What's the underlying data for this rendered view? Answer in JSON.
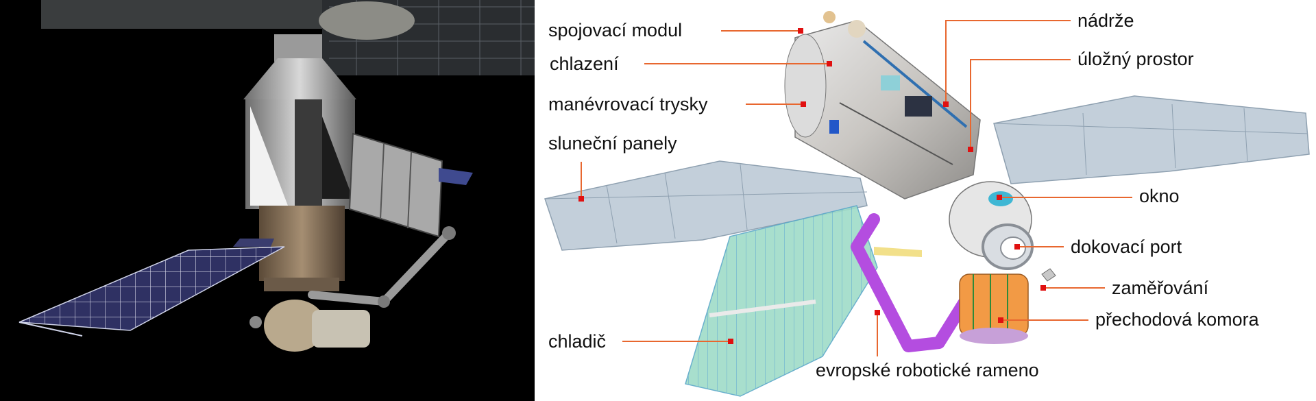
{
  "callouts": [
    {
      "id": "spojovaci-modul",
      "text": "spojovací modul"
    },
    {
      "id": "chlazeni",
      "text": "chlazení"
    },
    {
      "id": "manevrovaci-trysky",
      "text": "manévrovací trysky"
    },
    {
      "id": "slunecni-panely",
      "text": "sluneční panely"
    },
    {
      "id": "chladic",
      "text": "chladič"
    },
    {
      "id": "nadrze",
      "text": "nádrže"
    },
    {
      "id": "ulozny-prostor",
      "text": "úložný prostor"
    },
    {
      "id": "okno",
      "text": "okno"
    },
    {
      "id": "dokovaci-port",
      "text": "dokovací port"
    },
    {
      "id": "zamerovani",
      "text": "zaměřování"
    },
    {
      "id": "prechodova-komora",
      "text": "přechodová komora"
    },
    {
      "id": "evropske-roboticke-rameno",
      "text": "evropské robotické rameno"
    }
  ],
  "colors": {
    "leader_line": "#e8672f",
    "marker": "#e01010",
    "left_background": "#000000",
    "right_background": "#ffffff",
    "panel_blue": "#3a3f7a",
    "panel_grey": "#b9c6d2",
    "arm_magenta": "#b44de0",
    "hull_grey": "#cfcfcf"
  }
}
